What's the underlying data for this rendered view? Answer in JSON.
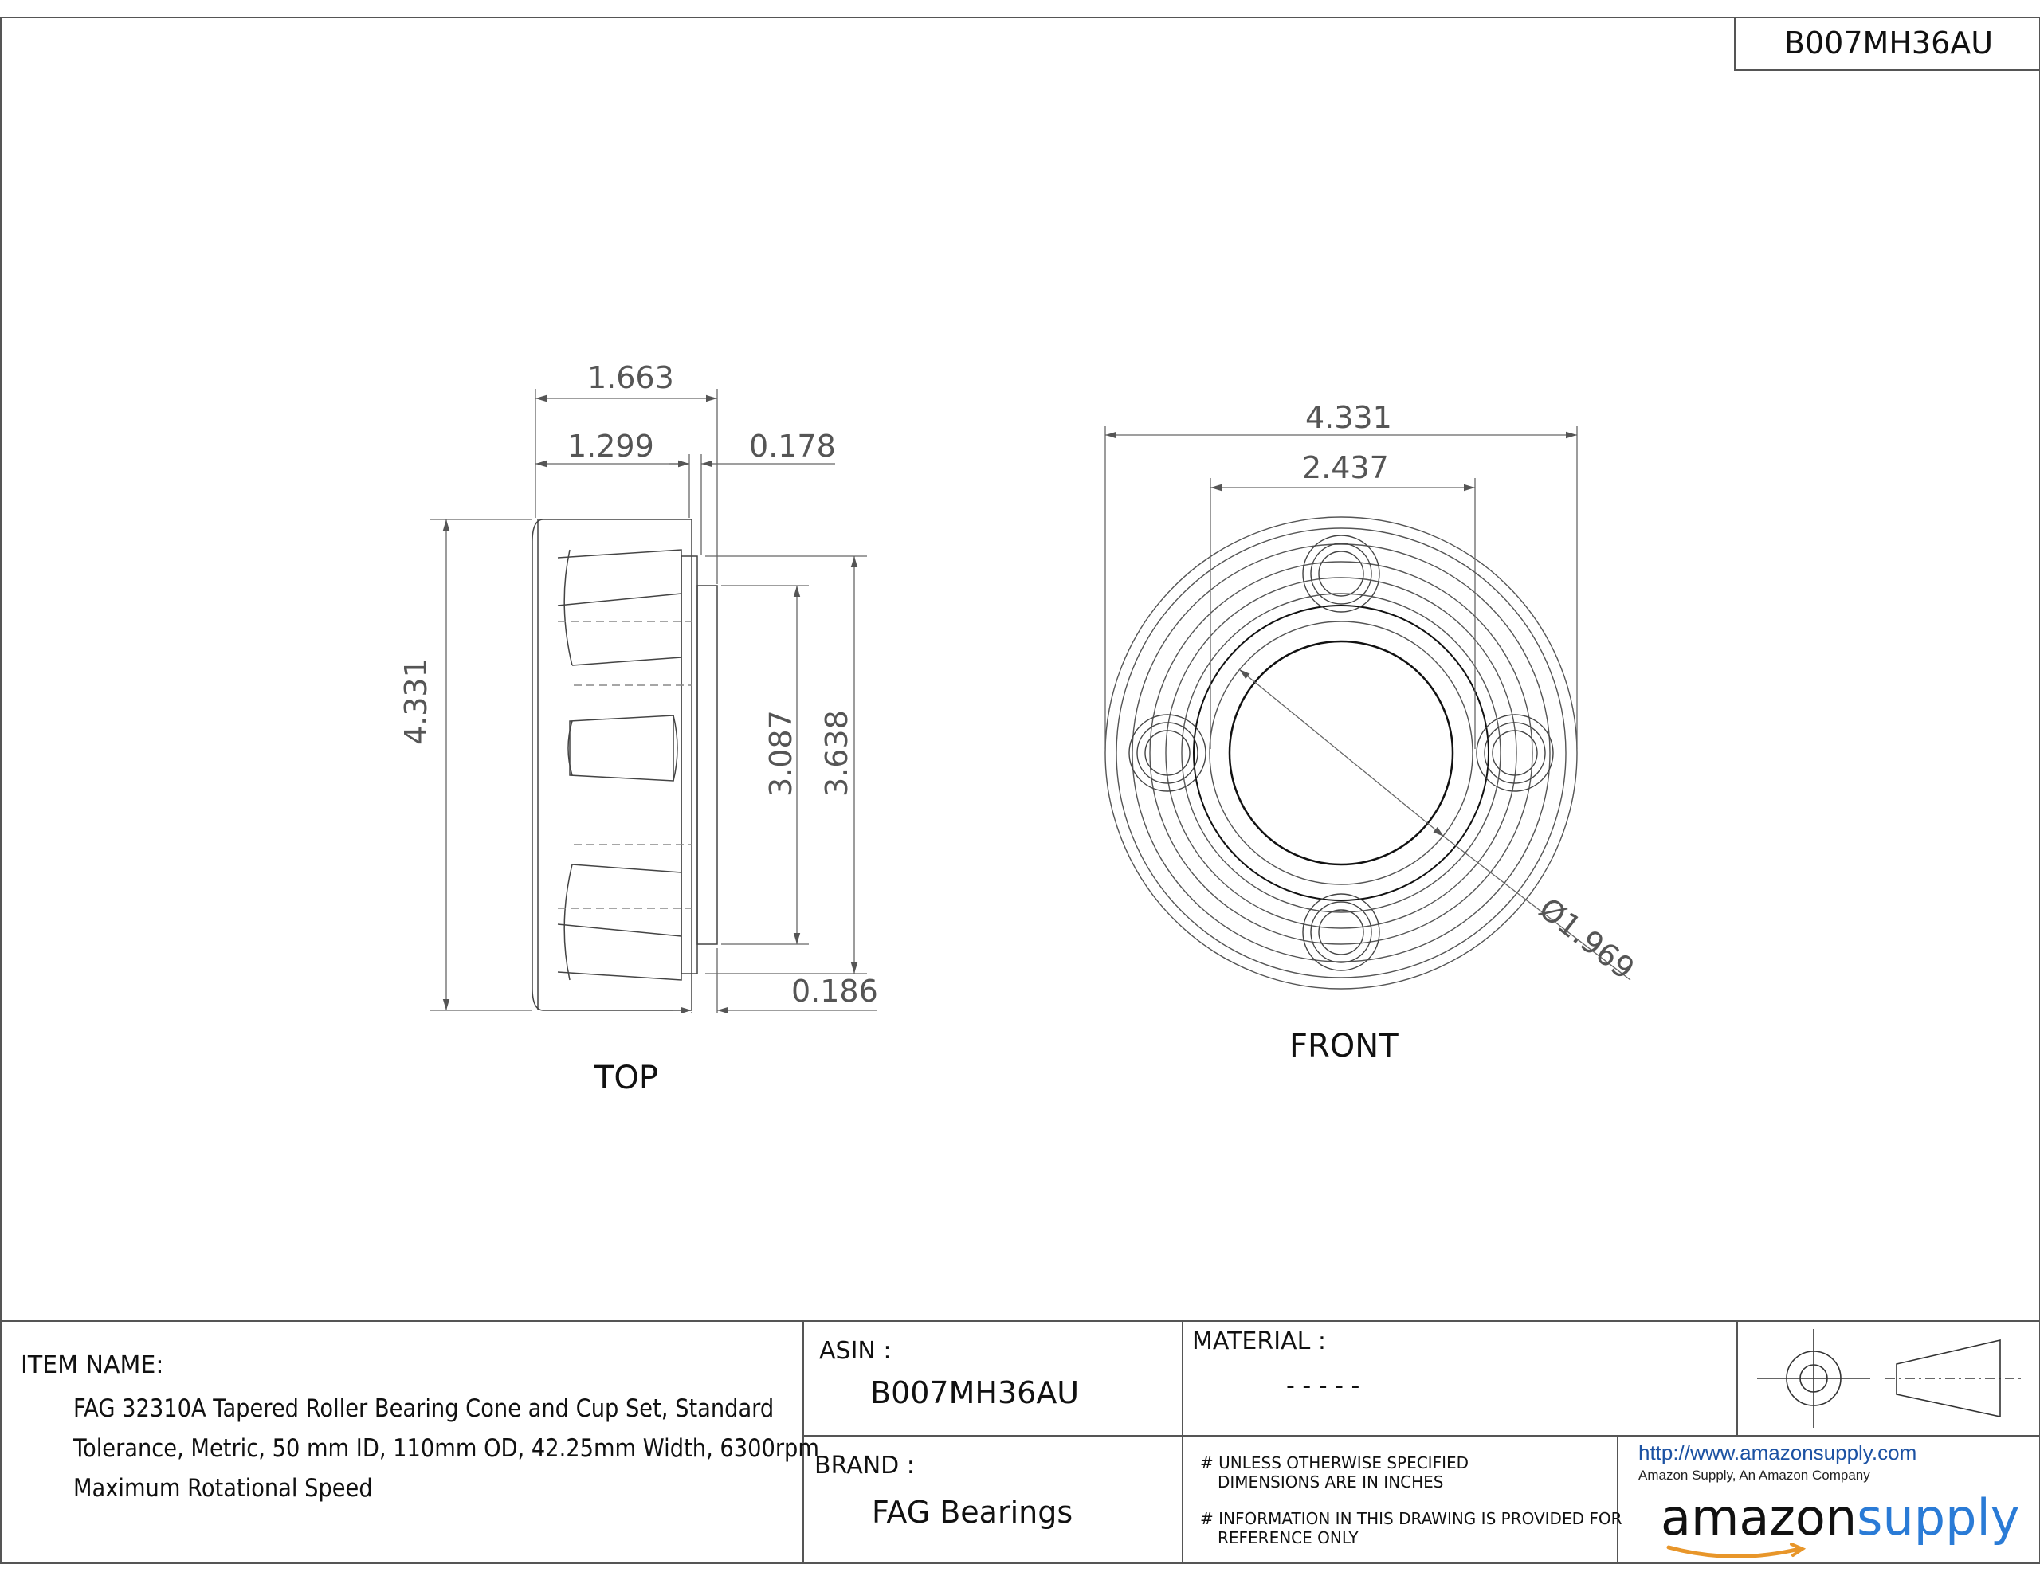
{
  "header": {
    "part_number": "B007MH36AU"
  },
  "views": {
    "top": {
      "label": "TOP",
      "dims": {
        "overall_width": "1.663",
        "cone_width": "1.299",
        "step_right": "0.178",
        "outer_diameter": "4.331",
        "inner_a": "3.087",
        "inner_b": "3.638",
        "bottom_offset": "0.186"
      }
    },
    "front": {
      "label": "FRONT",
      "dims": {
        "outer_diameter": "4.331",
        "roller_circle": "2.437",
        "bore": "Ø1.969"
      }
    }
  },
  "title_block": {
    "item_name_label": "ITEM NAME:",
    "item_name_lines": [
      "FAG 32310A Tapered Roller Bearing Cone and Cup Set, Standard",
      "Tolerance, Metric, 50 mm ID, 110mm OD, 42.25mm Width, 6300rpm",
      "Maximum Rotational Speed"
    ],
    "asin_label": "ASIN :",
    "asin_value": "B007MH36AU",
    "brand_label": "BRAND :",
    "brand_value": "FAG Bearings",
    "material_label": "MATERIAL :",
    "material_value": "- - - - -",
    "note1_line1": "# UNLESS OTHERWISE SPECIFIED",
    "note1_line2": "DIMENSIONS ARE IN INCHES",
    "note2_line1": "# INFORMATION IN THIS DRAWING IS PROVIDED FOR",
    "note2_line2": "REFERENCE ONLY",
    "url": "http://www.amazonsupply.com",
    "company_sub": "Amazon Supply, An Amazon Company",
    "logo_word_1": "amazon",
    "logo_word_2": "supply"
  },
  "colors": {
    "line": "#333333",
    "dimension": "#666666",
    "link": "#1c52a3",
    "logo_accent": "#2a7bd6"
  }
}
